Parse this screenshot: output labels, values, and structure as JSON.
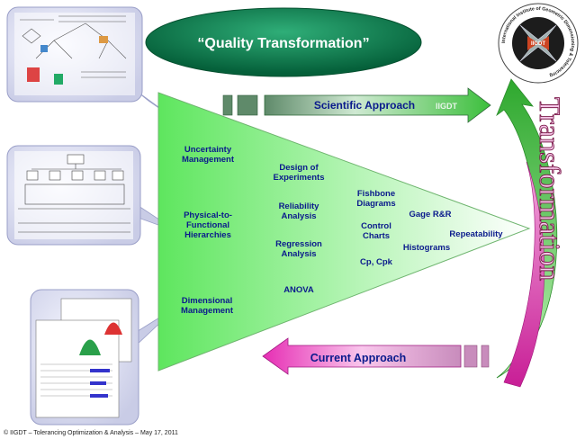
{
  "title": "“Quality Transformation”",
  "top_arrow": {
    "label": "Scientific Approach",
    "badge": "IIGDT"
  },
  "bottom_arrow": {
    "label": "Current Approach"
  },
  "vertical_text": "Transformation",
  "logo": {
    "ring_text": "International Institute of Geometric Dimensioning & Tolerancing",
    "center_text": "IIGDT"
  },
  "left_labels": {
    "uncertainty": [
      "Uncertainty",
      "Management"
    ],
    "physical": [
      "Physical-to-",
      "Functional",
      "Hierarchies"
    ],
    "dimensional": [
      "Dimensional",
      "Management"
    ]
  },
  "tools": {
    "doe": [
      "Design of",
      "Experiments"
    ],
    "reliability": [
      "Reliability",
      "Analysis"
    ],
    "regression": [
      "Regression",
      "Analysis"
    ],
    "anova": "ANOVA",
    "fishbone": [
      "Fishbone",
      "Diagrams"
    ],
    "control": [
      "Control",
      "Charts"
    ],
    "cpk": "Cp, Cpk",
    "gage": "Gage R&R",
    "histograms": "Histograms",
    "repeatability": "Repeatability"
  },
  "footer": "© IIGDT – Tolerancing Optimization & Analysis – May 17, 2011",
  "colors": {
    "green_light": "#ffffff",
    "green_dark": "#5ee65e",
    "title_fill": "#0b7a4a",
    "magenta": "#d12aa0",
    "label_blue": "#0a1a8c",
    "vertical_text": "#7a1a4a"
  }
}
